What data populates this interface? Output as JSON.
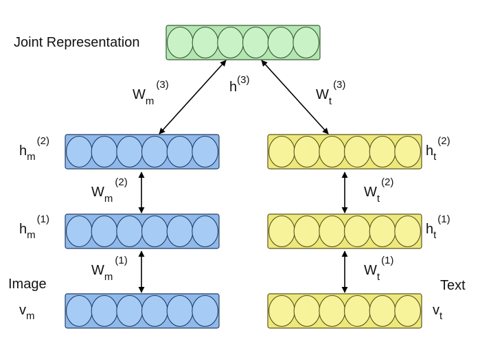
{
  "colors": {
    "joint_fill": "#c9f2c6",
    "joint_bg": "#b3e6b0",
    "joint_stroke": "#3a5a38",
    "image_fill": "#a6cbf4",
    "image_bg": "#8fb9ea",
    "image_stroke": "#243f66",
    "text_fill": "#f6f39a",
    "text_bg": "#ede87a",
    "text_stroke": "#5a5520",
    "arrow": "#000000"
  },
  "units_per_layer": 6,
  "labels": {
    "joint": "Joint Representation",
    "image": "Image",
    "text": "Text",
    "h3": {
      "base": "h",
      "sup": "(3)"
    },
    "wm3": {
      "base": "W",
      "sub": "m",
      "sup": "(3)"
    },
    "wt3": {
      "base": "W",
      "sub": "t",
      "sup": "(3)"
    },
    "hm2": {
      "base": "h",
      "sub": "m",
      "sup": "(2)"
    },
    "hm1": {
      "base": "h",
      "sub": "m",
      "sup": "(1)"
    },
    "vm": {
      "base": "v",
      "sub": "m"
    },
    "wm2": {
      "base": "W",
      "sub": "m",
      "sup": "(2)"
    },
    "wm1": {
      "base": "W",
      "sub": "m",
      "sup": "(1)"
    },
    "ht2": {
      "base": "h",
      "sub": "t",
      "sup": "(2)"
    },
    "ht1": {
      "base": "h",
      "sub": "t",
      "sup": "(1)"
    },
    "vt": {
      "base": "v",
      "sub": "t"
    },
    "wt2": {
      "base": "W",
      "sub": "t",
      "sup": "(2)"
    },
    "wt1": {
      "base": "W",
      "sub": "t",
      "sup": "(1)"
    }
  }
}
